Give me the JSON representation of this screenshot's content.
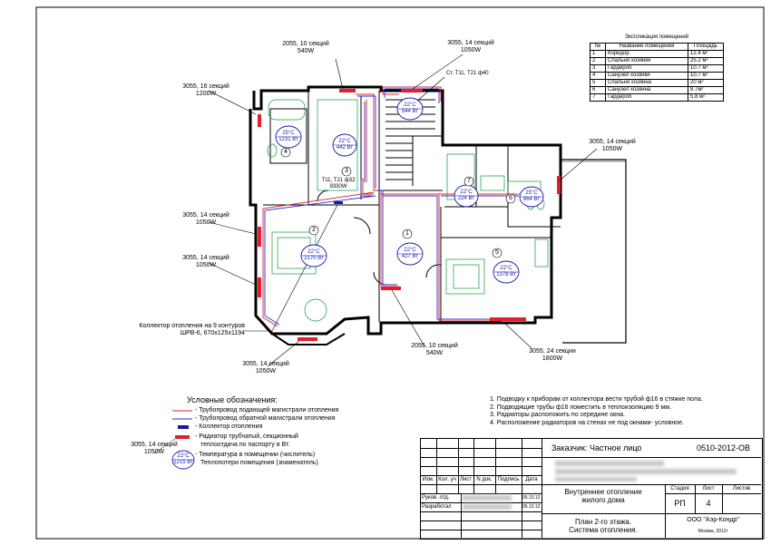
{
  "annotations": {
    "rad_top_left": {
      "line1": "2055, 10 секций",
      "line2": "540W"
    },
    "rad_top_right": {
      "line1": "3055, 14 секций",
      "line2": "1050W"
    },
    "stair_pipe": "Ст. Т11, Т21 ф40",
    "rad_left_top": {
      "line1": "3055, 16 секций",
      "line2": "1200W"
    },
    "rad_left_mid": {
      "line1": "3055, 14 секций",
      "line2": "1050W"
    },
    "rad_left_low": {
      "line1": "3055, 14 секций",
      "line2": "1050W"
    },
    "collector": {
      "line1": "Коллектор отопления на 9 контуров",
      "line2": "ШРВ-6, 670x125x1194"
    },
    "rad_bottom_left": {
      "line1": "3055, 14 секций",
      "line2": "1050W"
    },
    "rad_bottom_mid": {
      "line1": "2055, 10 секций",
      "line2": "540W"
    },
    "rad_bottom_right": {
      "line1": "3055, 24 секции",
      "line2": "1800W"
    },
    "rad_right": {
      "line1": "3055, 14 секций",
      "line2": "1050W"
    },
    "riser": {
      "line1": "Т11, Т21 ф32",
      "line2": "9330W"
    }
  },
  "rooms": [
    {
      "num": "1",
      "temp": "22°C",
      "heat": "427 Вт"
    },
    {
      "num": "2",
      "temp": "22°C",
      "heat": "2170 Вт"
    },
    {
      "num": "3",
      "temp": "22°C",
      "heat": "442 Вт"
    },
    {
      "num": "4",
      "temp": "25°C",
      "heat": "1231 Вт"
    },
    {
      "num": "5",
      "temp": "22°C",
      "heat": "1378 Вт"
    },
    {
      "num": "6",
      "temp": "25°C",
      "heat": "864 Вт"
    },
    {
      "num": "7",
      "temp": "22°C",
      "heat": "224 Вт"
    },
    {
      "num": "",
      "temp": "22°C",
      "heat": "544 Вт"
    }
  ],
  "explication": {
    "title": "Экспликация помещений",
    "headers": [
      "№",
      "Название помещения",
      "Площадь"
    ],
    "rows": [
      [
        "1",
        "Коридор",
        "12.4 м²"
      ],
      [
        "2",
        "Спальня хозяйки",
        "25.2 м²"
      ],
      [
        "3",
        "Гардероб",
        "10.7 м²"
      ],
      [
        "4",
        "Санузел хозяйки",
        "10.7 м²"
      ],
      [
        "5",
        "Спальня хозяина",
        "20 м²"
      ],
      [
        "6",
        "Санузел хозяина",
        "8.7м²"
      ],
      [
        "7",
        "Гардероб",
        "5.8 м²"
      ]
    ]
  },
  "legend": {
    "title": "Условные обозначения:",
    "items": [
      "- Трубопровод подающей магистрали отопления",
      "- Трубопровод обратной магистрали отопления",
      "- Коллектор отопления",
      "- Радиатор трубчатый, секционный",
      "теплоотдача по паспорту в Вт.",
      "- Температура в помещении (числитель)",
      "Теплопотери помещения (знаменатель)"
    ],
    "sample_rad": {
      "line1": "3055, 14 секций",
      "line2": "1050W"
    },
    "sample_temp": "22°C",
    "sample_heat": "1215 Вт",
    "colors": {
      "supply": "#e0202a",
      "return": "#2a2ad8",
      "collector": "#1a1aa0",
      "radiator": "#e0202a",
      "temp_circle": "#1a1ab0"
    }
  },
  "notes": [
    "1. Подводку к приборам от коллектора вести трубой ф16 в стяжке пола.",
    "2. Подводящие трубы ф16 поместить в теплоизоляцию 9 мм.",
    "3. Радиаторы расположить по середине окна.",
    "4. Расположение радиаторов на стенах не под окнами- условное."
  ],
  "titleblock": {
    "customer": "Заказчик: Частное лицо",
    "code": "0510-2012-ОВ",
    "cols": [
      "Изм.",
      "Кол. уч",
      "Лист",
      "N док.",
      "Подпись",
      "Дата"
    ],
    "rows": [
      {
        "role": "Руков. отд.",
        "date": "05.10.12"
      },
      {
        "role": "Разработал",
        "date": "05.10.12"
      }
    ],
    "project_l1": "Внутреннее отопление",
    "project_l2": "жилого дома",
    "stage_label": "Стадия",
    "sheet_label": "Лист",
    "sheets_label": "Листов",
    "stage": "РП",
    "sheet": "4",
    "sheets": "",
    "plan_l1": "План 2-го этажа.",
    "plan_l2": "Система отопления.",
    "company": "ООО \"Аэр-Кондр\"",
    "city": "Москва, 2012г"
  }
}
